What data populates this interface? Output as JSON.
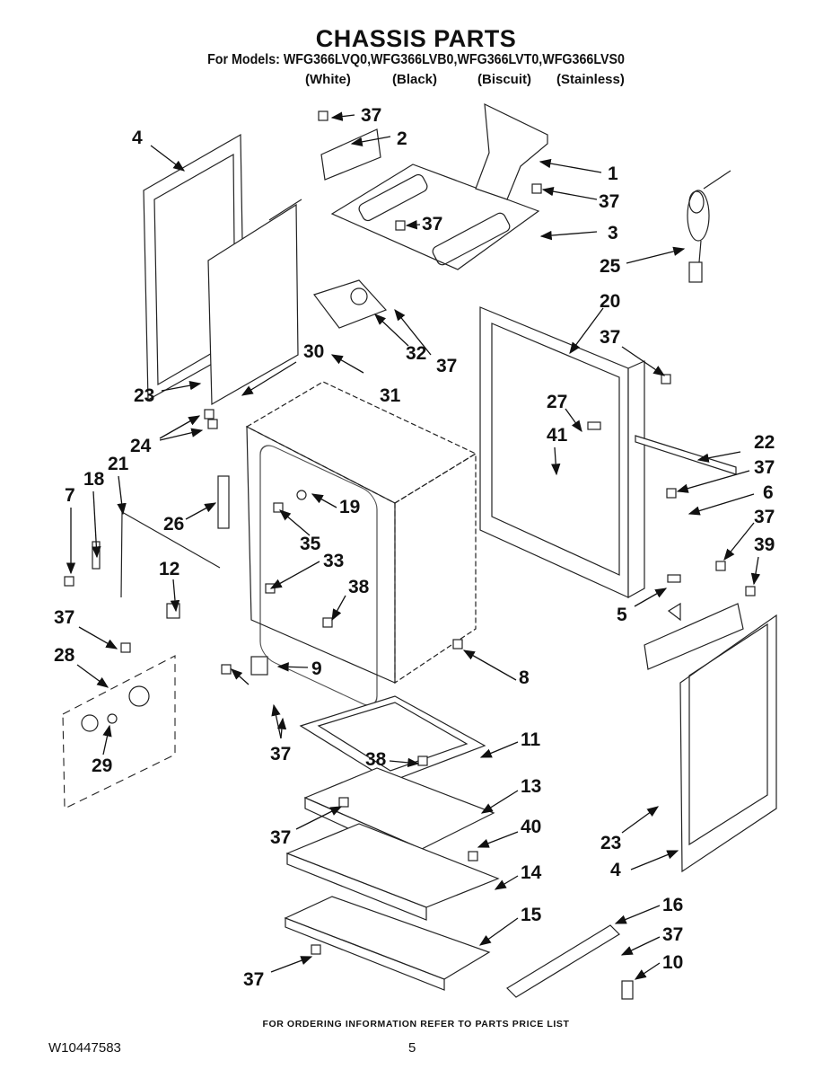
{
  "header": {
    "title": "CHASSIS PARTS",
    "models_line": "For Models: WFG366LVQ0,WFG366LVB0,WFG366LVT0,WFG366LVS0",
    "variants": [
      "(White)",
      "(Black)",
      "(Biscuit)",
      "(Stainless)"
    ]
  },
  "callouts": {
    "c1": "1",
    "c2": "2",
    "c3": "3",
    "c4a": "4",
    "c4b": "4",
    "c5": "5",
    "c6": "6",
    "c7": "7",
    "c8": "8",
    "c9": "9",
    "c10": "10",
    "c11": "11",
    "c12": "12",
    "c13": "13",
    "c14": "14",
    "c15": "15",
    "c16": "16",
    "c18": "18",
    "c19": "19",
    "c20": "20",
    "c21": "21",
    "c22": "22",
    "c23a": "23",
    "c23b": "23",
    "c24": "24",
    "c25": "25",
    "c26": "26",
    "c27": "27",
    "c28": "28",
    "c29": "29",
    "c30": "30",
    "c31": "31",
    "c32": "32",
    "c33": "33",
    "c35": "35",
    "c37a": "37",
    "c37b": "37",
    "c37c": "37",
    "c37d": "37",
    "c37e": "37",
    "c37f": "37",
    "c37g": "37",
    "c37h": "37",
    "c37i": "37",
    "c37j": "37",
    "c37k": "37",
    "c38a": "38",
    "c38b": "38",
    "c39": "39",
    "c40": "40",
    "c41": "41"
  },
  "footer": {
    "ordering_note": "FOR ORDERING INFORMATION REFER TO PARTS PRICE LIST",
    "document_number": "W10447583",
    "page_number": "5"
  }
}
